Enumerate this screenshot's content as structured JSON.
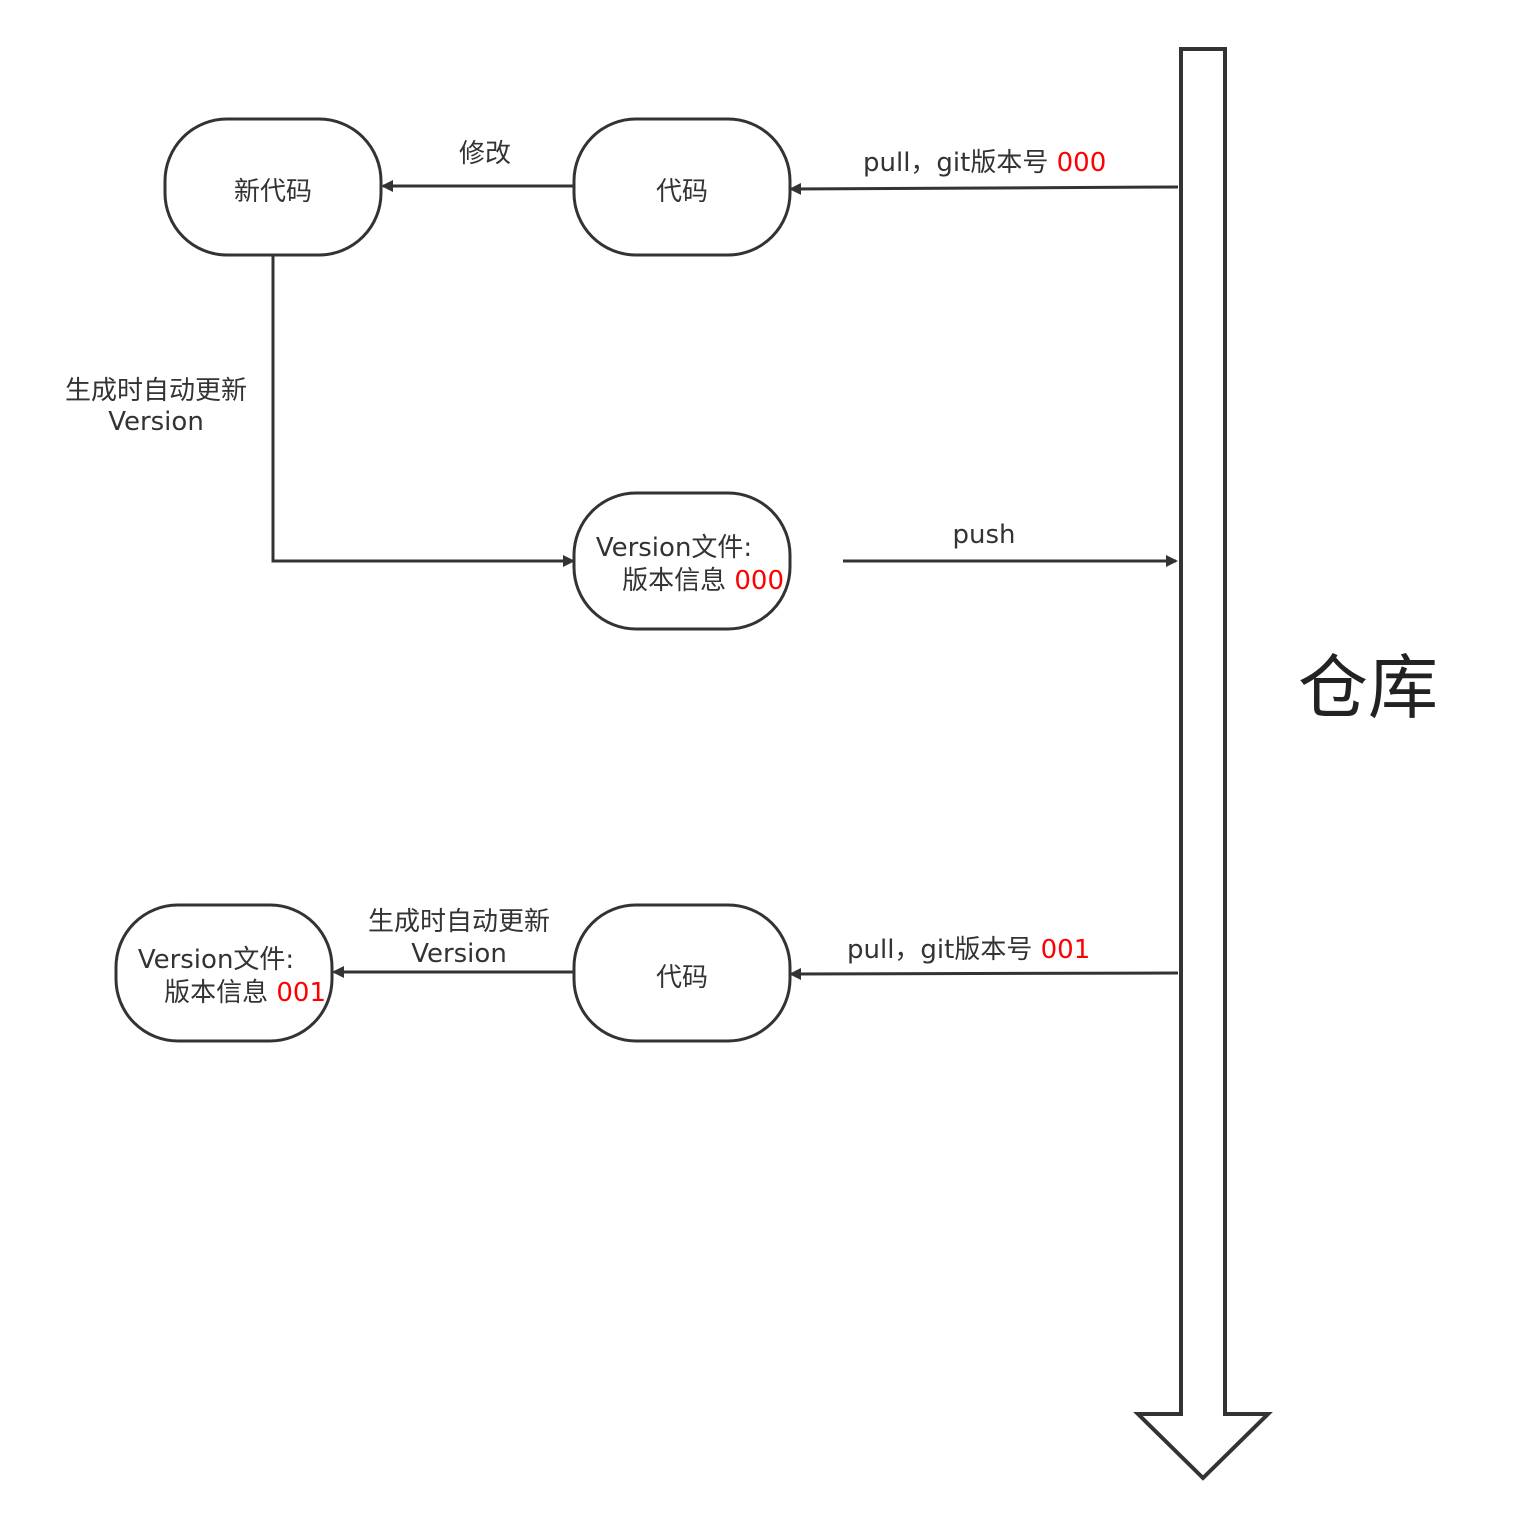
{
  "colors": {
    "stroke": "#333333",
    "highlight": "#ff0000",
    "background": "#ffffff"
  },
  "repo": {
    "label": "仓库"
  },
  "nodes": {
    "new_code": {
      "label": "新代码"
    },
    "code_top": {
      "label": "代码"
    },
    "version_mid": {
      "line1": "Version文件:",
      "line2": "版本信息 ",
      "version": "000"
    },
    "code_bottom": {
      "label": "代码"
    },
    "version_bottom": {
      "line1": "Version文件:",
      "line2": "版本信息 ",
      "version": "001"
    }
  },
  "edges": {
    "modify": {
      "label": "修改"
    },
    "pull_top": {
      "label": "pull，git版本号 ",
      "version": "000"
    },
    "auto_update_top": {
      "line1": "生成时自动更新",
      "line2": "Version"
    },
    "push": {
      "label": "push"
    },
    "pull_bottom": {
      "label": "pull，git版本号 ",
      "version": "001"
    },
    "auto_update_bottom": {
      "line1": "生成时自动更新",
      "line2": "Version"
    }
  }
}
